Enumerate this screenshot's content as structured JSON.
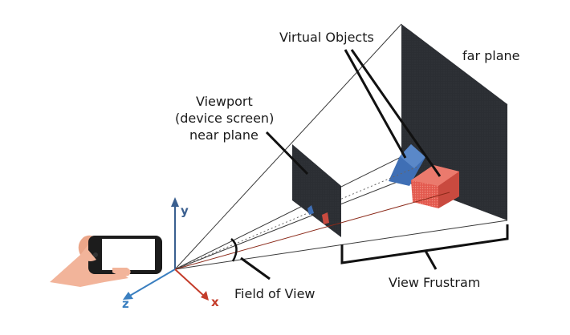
{
  "labels": {
    "virtual_objects": "Virtual Objects",
    "far_plane": "far plane",
    "viewport_line1": "Viewport",
    "viewport_line2": "(device screen)",
    "viewport_line3": "near plane",
    "field_of_view": "Field of View",
    "view_frustram": "View Frustram"
  },
  "axes": {
    "y": "y",
    "z": "z",
    "x": "x"
  },
  "colors": {
    "plane_dark": "#2b2e33",
    "frustum_line": "#3a3a3a",
    "cube_red": "#e35a4f",
    "cube_blue": "#3f6fb5",
    "axis_y": "#3a5f8f",
    "axis_z": "#3a7fc0",
    "axis_x": "#c43d2b",
    "center_ray": "#8b2a1a",
    "skin": "#f2b49a",
    "phone": "#1c1c1c"
  },
  "icons": {
    "hand": "hand-holding-phone-icon",
    "phone": "smartphone-icon"
  }
}
